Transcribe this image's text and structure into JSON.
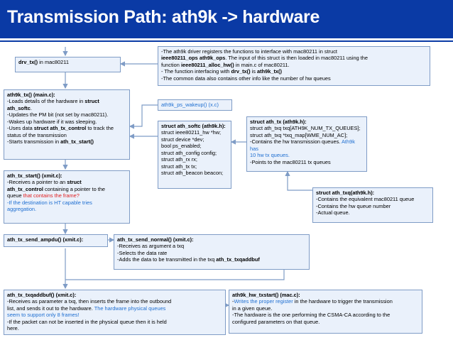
{
  "title": "Transmission Path: ath9k -> hardware",
  "colors": {
    "title_bg": "#0a3aa5",
    "box_bg": "#eaf1fb",
    "box_border": "#7f9cc6",
    "accent_blue": "#1f6fd1",
    "accent_red": "#e02020"
  },
  "boxes": {
    "drv_tx": {
      "b1": "drv_tx()",
      "t1": " in mac80211"
    },
    "registers": {
      "l1": "-The ath9k driver registers the functions to interface with mac80211 in struct",
      "l2b": "ieee80211_ops ath9k_ops",
      "l2": ". The input of this struct is then loaded in mac80211 using the",
      "l3": "function ",
      "l3b": "ieee80211_alloc_hw()",
      "l3c": " in main.c of mac80211.",
      "l4": "- The function interfacing with ",
      "l4b1": "drv_tx()",
      "l4c": " is ",
      "l4b2": "ath9k_tx()",
      "l5": "-The common data also contains other info like the number of hw queues"
    },
    "ath9k_tx": {
      "head": "ath9k_tx() (main.c):",
      "l1": "-Loads details of the hardware in ",
      "l1b": "struct",
      "l2b": "ath_softc",
      "l2": ".",
      "l3": "-Updates the PM bit (not set by mac80211).",
      "l4": "-Wakes up hardware if it was sleeping.",
      "l5": "-Uses data ",
      "l5b": "struct ath_tx_control",
      "l5c": " to track the",
      "l6": "status of the transmission",
      "l7": "-Starts transmission in ",
      "l7b": "ath_tx_start()"
    },
    "ps_wakeup": {
      "text": "ath9k_ps_wakeup() (x.c)"
    },
    "softc": {
      "head": "struct ath_softc (ath9k.h):",
      "lines": [
        "struct ieee80211_hw *hw;",
        "struct device *dev;",
        "bool ps_enabled;",
        "struct ath_config config;",
        "struct ath_rx rx;",
        "struct ath_tx tx;",
        "struct ath_beacon beacon;"
      ]
    },
    "ath_tx_struct": {
      "head": "struct ath_tx (ath9k.h):",
      "l1": "struct ath_txq txq[ATH9K_NUM_TX_QUEUES];",
      "l2": "struct ath_txq *txq_map[WME_NUM_AC];",
      "l3": "-Contains the hw transmission queues. ",
      "l3blue": "Ath9k has",
      "l4blue": "10 hw tx queues.",
      "l5": "-Points to the mac80211 tx queues"
    },
    "ath_txq_struct": {
      "head": "struct ath_txq(ath9k.h):",
      "l1": "-Contains the equivalent mac80211 queue",
      "l2": "-Contains the hw queue number",
      "l3": "-Actual queue."
    },
    "tx_start": {
      "head": "ath_tx_start() (xmit.c):",
      "l1": "-Receives a pointer to an ",
      "l1b": "struct",
      "l2b": "ath_tx_control",
      "l2": " containing a pointer to the",
      "l3": "queue ",
      "l3red": "that contains the frame?",
      "l4blue": "-If the destination is HT capable tries",
      "l5blue": "aggregation."
    },
    "send_ampdu": {
      "text": "ath_tx_send_ampdu() (xmit.c):"
    },
    "send_normal": {
      "head": "ath_tx_send_normal() (xmit.c):",
      "l1": "-Receives as argument a txq",
      "l2": "-Selects the data rate",
      "l3": "-Adds the data to be transmitted in the txq ",
      "l3b": "ath_tx_txqaddbuf"
    },
    "txqaddbuf": {
      "head": "ath_tx_txqaddbuf() (xmit.c):",
      "l1": "-Receives as parameter a txq, then inserts the frame into the outbound",
      "l2": "list, and sends it out to the hardware. ",
      "l2blue": "The hardware physical queues",
      "l3blue": "seem to support only 8 frames!",
      "l4": "-If the packet can not be inserted in the physical queue then it is held",
      "l5": "here."
    },
    "txstart": {
      "head": "ath9k_hw_txstart() (mac.c):",
      "l1": "-",
      "l1blue": "Writes the proper register",
      "l1c": " in the hardware to trigger the transmission",
      "l2": "in a given queue.",
      "l3": "-The hardware is the one performing the CSMA-CA according to the",
      "l4": "configured parameters on that queue."
    }
  }
}
